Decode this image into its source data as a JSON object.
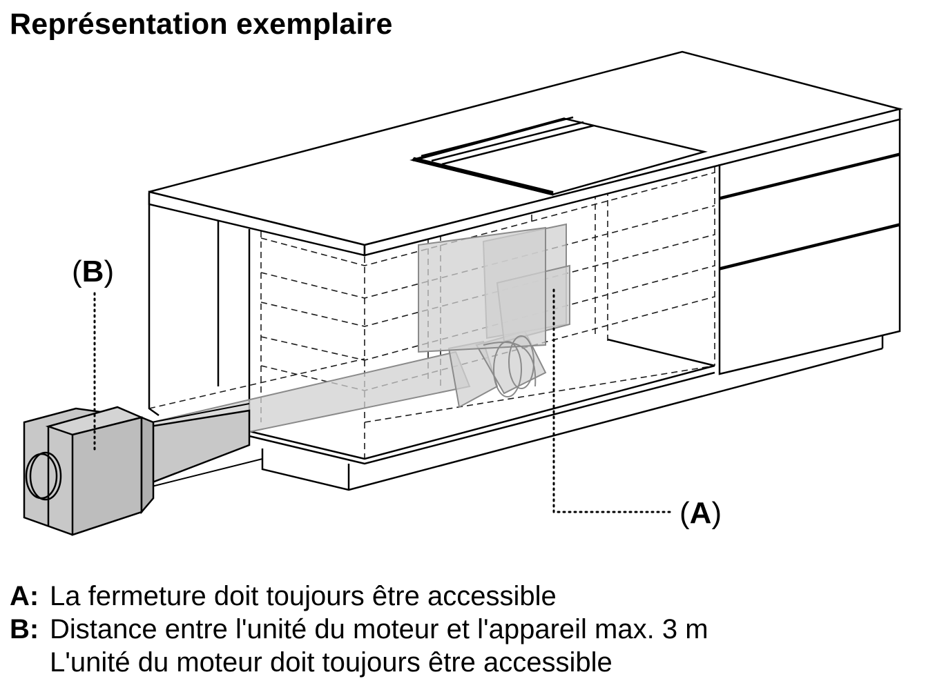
{
  "title": "Représentation exemplaire",
  "callouts": {
    "a": {
      "letter": "A",
      "open": "(",
      "close": ")"
    },
    "b": {
      "letter": "B",
      "open": "(",
      "close": ")"
    }
  },
  "legend": [
    {
      "key": "A:",
      "lines": [
        "La fermeture doit toujours être accessible"
      ]
    },
    {
      "key": "B:",
      "lines": [
        "Distance entre l'unité du moteur et l'appareil max. 3 m",
        "L'unité du moteur doit toujours être accessible"
      ]
    }
  ],
  "colors": {
    "line": "#000000",
    "dashed": "#1a1a1a",
    "duct_fill": "#d0d0d0",
    "duct_stroke": "#8a8a8a",
    "motor_fill": "#c8c8c8"
  }
}
